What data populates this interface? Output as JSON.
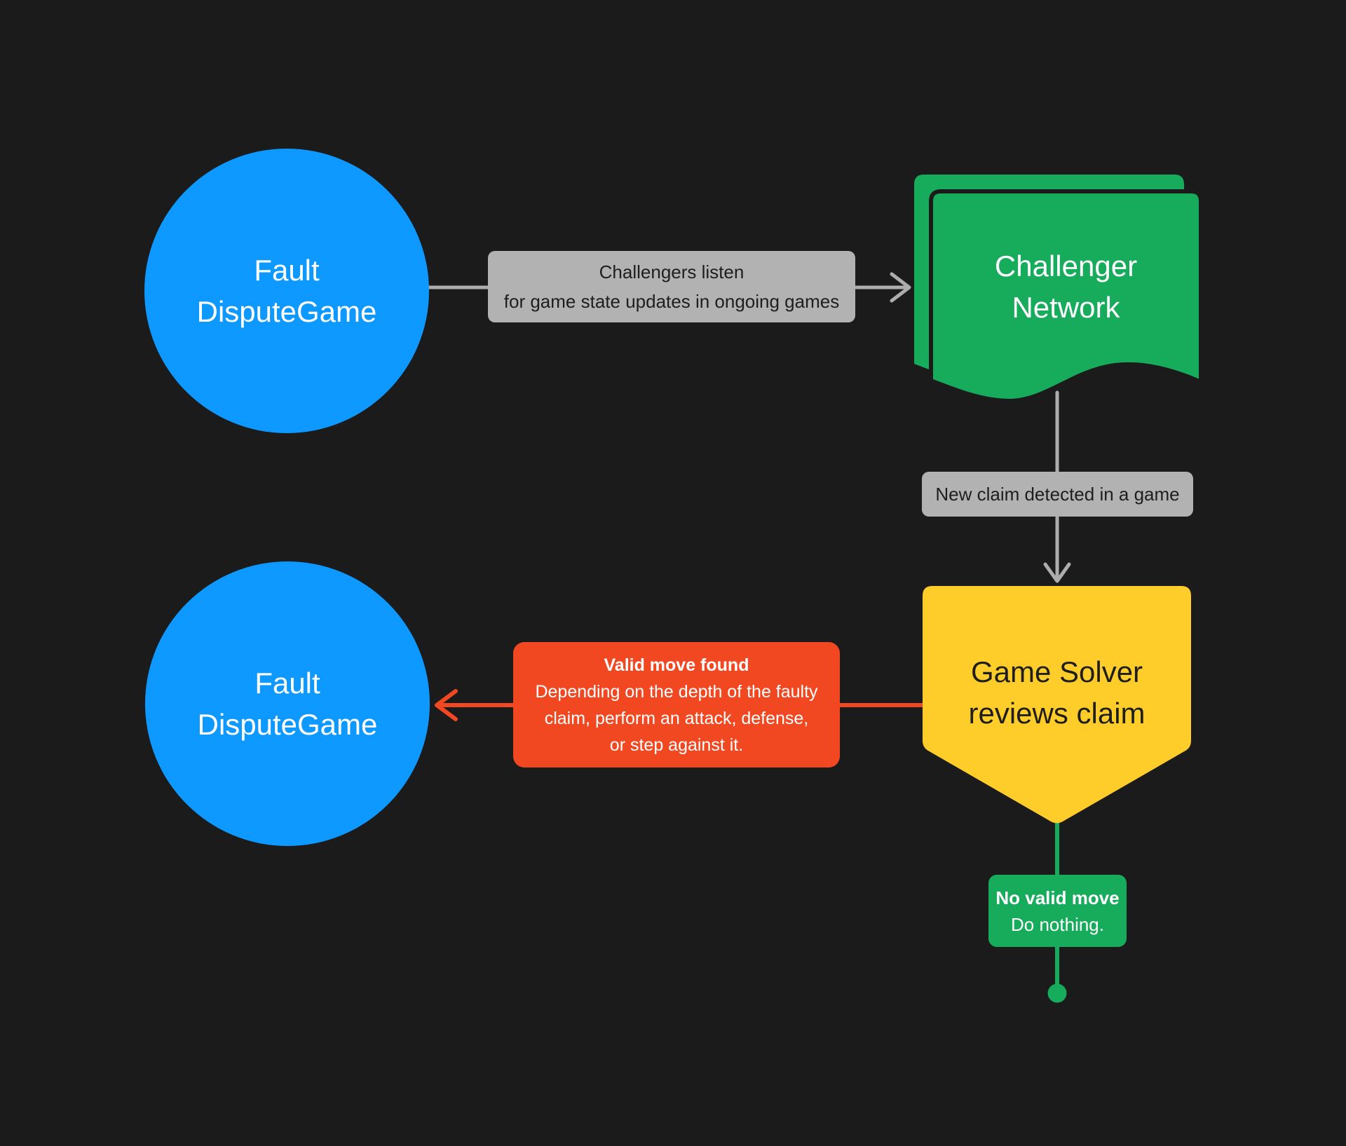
{
  "colors": {
    "background": "#1B1B1B",
    "blue": "#0D99FF",
    "green": "#16AC5C",
    "yellow": "#FFCD29",
    "red": "#F24822",
    "gray_label": "#B2B2B2",
    "line_gray": "#ADADAD",
    "dark_text": "#1E1E1E",
    "light_text": "#FFFFFF"
  },
  "nodes": {
    "fault_dispute_game_top": {
      "lines": [
        "Fault",
        "DisputeGame"
      ]
    },
    "challenger_network": {
      "lines": [
        "Challenger",
        "Network"
      ]
    },
    "game_solver": {
      "lines": [
        "Game Solver",
        "reviews claim"
      ]
    },
    "fault_dispute_game_bottom": {
      "lines": [
        "Fault",
        "DisputeGame"
      ]
    }
  },
  "labels": {
    "challengers_listen": {
      "lines": [
        "Challengers listen",
        "for game state updates in ongoing games"
      ]
    },
    "new_claim": {
      "text": "New claim detected in a game"
    }
  },
  "callouts": {
    "valid_move_found": {
      "title": "Valid move found",
      "lines": [
        "Depending on the depth of the faulty",
        "claim, perform an attack, defense,",
        "or step against it."
      ]
    },
    "no_valid_move": {
      "title": "No valid move",
      "body": "Do nothing."
    }
  }
}
